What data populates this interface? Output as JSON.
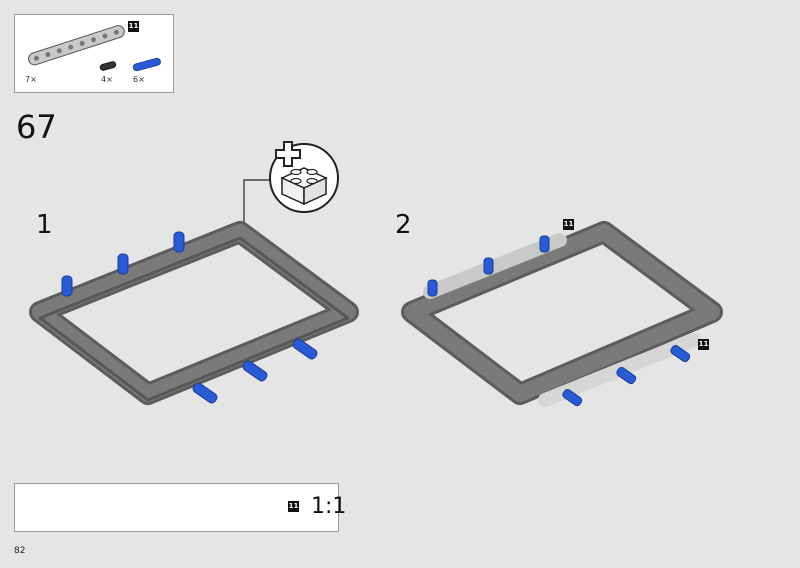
{
  "parts_list": {
    "items": [
      {
        "name": "beam-11",
        "quantity": "7×",
        "badge": "11"
      },
      {
        "name": "black-pin",
        "quantity": "4×"
      },
      {
        "name": "blue-axle-pin",
        "quantity": "6×"
      }
    ]
  },
  "step": {
    "number": "67"
  },
  "sub_steps": [
    {
      "number": "1"
    },
    {
      "number": "2",
      "badges": [
        "11",
        "11"
      ]
    }
  ],
  "scale_check": {
    "badge": "11",
    "label": "1:1"
  },
  "page_number": "82",
  "colors": {
    "background": "#e5e5e5",
    "beam_dark": "#6f6f6f",
    "beam_light": "#d4d4d4",
    "pin_blue": "#2a5bd7",
    "badge": "#111111"
  },
  "icons": [
    "add-sub-build-icon"
  ]
}
